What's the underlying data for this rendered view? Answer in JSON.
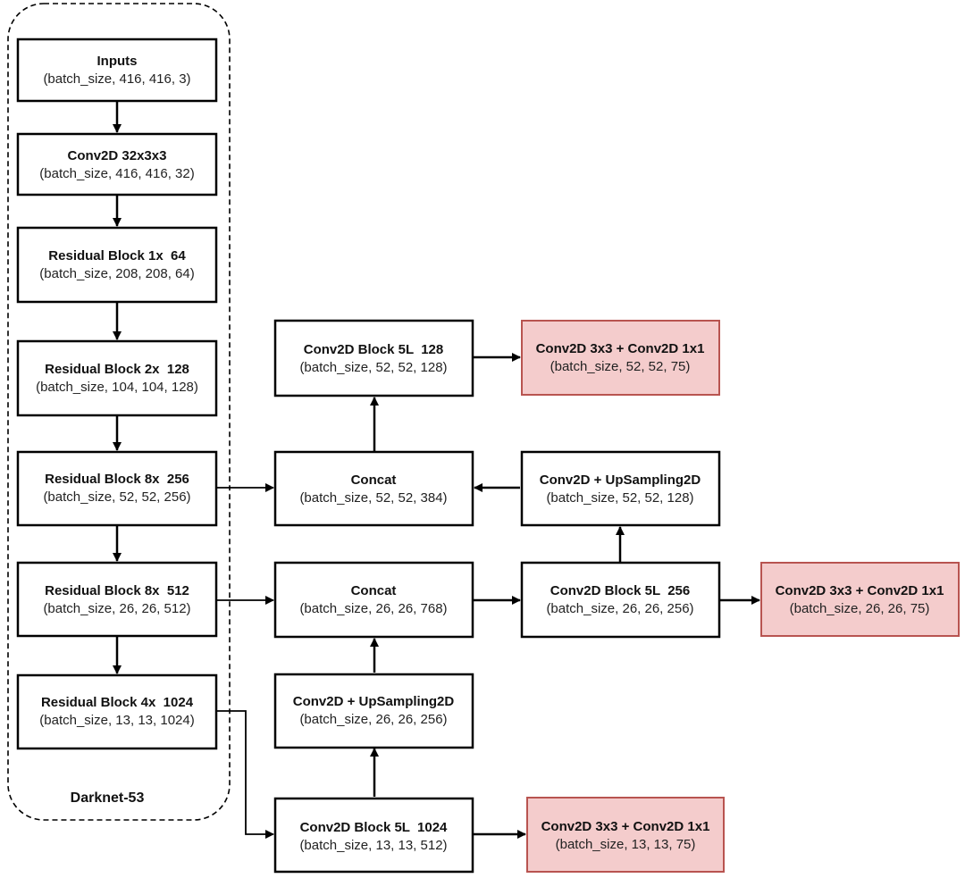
{
  "group": {
    "label": "Darknet-53"
  },
  "colors": {
    "box_fill": "#ffffff",
    "box_border": "#000000",
    "output_fill": "#f4cccc",
    "output_border": "#b85450",
    "arrow": "#000000"
  },
  "nodes": {
    "inputs": {
      "title": "Inputs",
      "sub": "(batch_size, 416, 416, 3)"
    },
    "conv0": {
      "title": "Conv2D 32x3x3",
      "sub": "(batch_size, 416, 416, 32)"
    },
    "res1": {
      "title": "Residual Block 1x  64",
      "sub": "(batch_size, 208, 208, 64)"
    },
    "res2": {
      "title": "Residual Block 2x  128",
      "sub": "(batch_size, 104, 104, 128)"
    },
    "res8a": {
      "title": "Residual Block 8x  256",
      "sub": "(batch_size, 52, 52, 256)"
    },
    "res8b": {
      "title": "Residual Block 8x  512",
      "sub": "(batch_size, 26, 26, 512)"
    },
    "res4": {
      "title": "Residual Block 4x  1024",
      "sub": "(batch_size, 13, 13, 1024)"
    },
    "cb128": {
      "title": "Conv2D Block 5L  128",
      "sub": "(batch_size, 52, 52, 128)"
    },
    "out52": {
      "title": "Conv2D 3x3 + Conv2D 1x1",
      "sub": "(batch_size, 52, 52, 75)"
    },
    "concat52": {
      "title": "Concat",
      "sub": "(batch_size, 52, 52, 384)"
    },
    "up128": {
      "title": "Conv2D + UpSampling2D",
      "sub": "(batch_size, 52, 52, 128)"
    },
    "concat26": {
      "title": "Concat",
      "sub": "(batch_size, 26, 26, 768)"
    },
    "cb256": {
      "title": "Conv2D Block 5L  256",
      "sub": "(batch_size, 26, 26, 256)"
    },
    "out26": {
      "title": "Conv2D 3x3 + Conv2D 1x1",
      "sub": "(batch_size, 26, 26, 75)"
    },
    "up256": {
      "title": "Conv2D + UpSampling2D",
      "sub": "(batch_size, 26, 26, 256)"
    },
    "cb1024": {
      "title": "Conv2D Block 5L  1024",
      "sub": "(batch_size, 13, 13, 512)"
    },
    "out13": {
      "title": "Conv2D 3x3 + Conv2D 1x1",
      "sub": "(batch_size, 13, 13, 75)"
    }
  },
  "edges": [
    [
      "inputs",
      "conv0"
    ],
    [
      "conv0",
      "res1"
    ],
    [
      "res1",
      "res2"
    ],
    [
      "res2",
      "res8a"
    ],
    [
      "res8a",
      "res8b"
    ],
    [
      "res8b",
      "res4"
    ],
    [
      "res8a",
      "concat52"
    ],
    [
      "res8b",
      "concat26"
    ],
    [
      "res4",
      "cb1024"
    ],
    [
      "cb1024",
      "up256"
    ],
    [
      "up256",
      "concat26"
    ],
    [
      "concat26",
      "cb256"
    ],
    [
      "cb256",
      "out26"
    ],
    [
      "cb256",
      "up128"
    ],
    [
      "up128",
      "concat52"
    ],
    [
      "concat52",
      "cb128"
    ],
    [
      "cb128",
      "out52"
    ],
    [
      "cb1024",
      "out13"
    ]
  ]
}
